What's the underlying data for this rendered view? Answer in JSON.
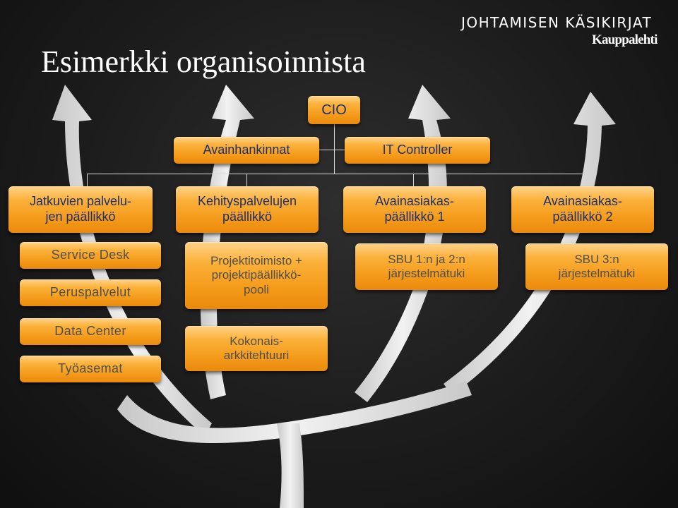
{
  "title": "Esimerkki organisoinnista",
  "brand": {
    "series": "JOHTAMISEN KÄSIKIRJAT",
    "logo": "Kauppalehti"
  },
  "boxes": {
    "cio": "CIO",
    "avainhankinnat": "Avainhankinnat",
    "it_controller": "IT Controller",
    "jatkuvien": "Jatkuvien palvelu-\njen päällikkö",
    "kehitys": "Kehityspalvelujen\npäällikkö",
    "avainasiakas1": "Avainasiakas-\npäällikkö 1",
    "avainasiakas2": "Avainasiakas-\npäällikkö 2",
    "service_desk": "Service Desk",
    "peruspalvelut": "Peruspalvelut",
    "data_center": "Data Center",
    "tyoasemat": "Työasemat",
    "projektitoimisto": "Projektitoimisto +\nprojektipäällikkö-\npooli",
    "kokonais": "Kokonais-\narkkitehtuuri",
    "sbu12": "SBU 1:n ja 2:n\njärjestelmätuki",
    "sbu3": "SBU 3:n\njärjestelmätuki"
  },
  "colors": {
    "box_fill": "#f49a1a",
    "title_text_blue": "#1a2f74",
    "unit_text_gray": "#4f4f4f",
    "arrows": "#e0e0e0",
    "background": "#1e1e1e"
  }
}
